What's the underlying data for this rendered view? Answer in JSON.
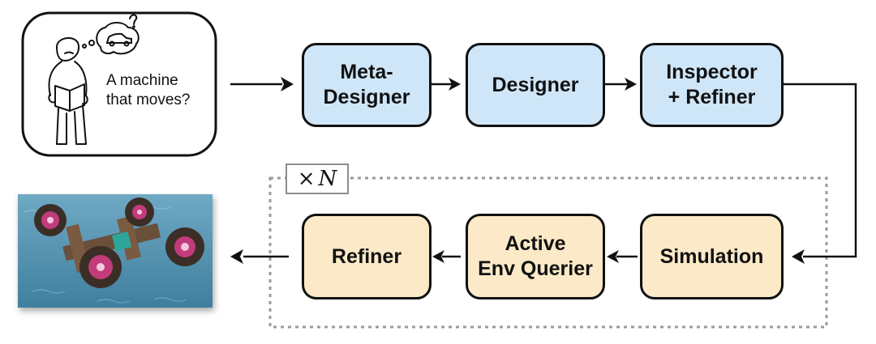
{
  "user_prompt": {
    "text": "A machine\nthat moves?"
  },
  "pipeline_top": [
    {
      "label": "Meta-\nDesigner"
    },
    {
      "label": "Designer"
    },
    {
      "label": "Inspector\n+ Refiner"
    }
  ],
  "pipeline_bottom": [
    {
      "label": "Simulation"
    },
    {
      "label": "Active\nEnv Querier"
    },
    {
      "label": "Refiner"
    }
  ],
  "loop": {
    "symbol": "×",
    "count": "N"
  },
  "colors": {
    "top_fill": "#cfe6f8",
    "bottom_fill": "#fbe9c8",
    "stroke": "#111111",
    "loop_border": "#9a9a9a"
  },
  "icons": [
    "person-reading-icon",
    "thought-bubble-car-icon",
    "vehicle-render-image"
  ]
}
